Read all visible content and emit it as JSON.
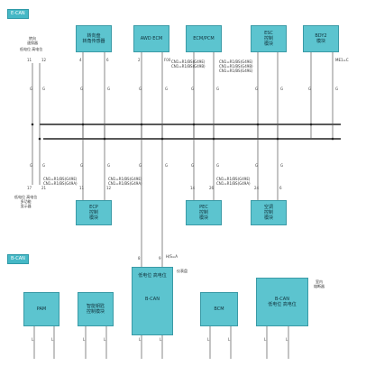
{
  "network_tags": {
    "top": "E-CAN",
    "bottom": "B-CAN"
  },
  "top_modules": [
    {
      "id": "steer",
      "label": "转向盘\n转角传感器"
    },
    {
      "id": "awd",
      "label": "AWD ECM"
    },
    {
      "id": "ecm",
      "label": "ECM/PCM"
    },
    {
      "id": "esc",
      "label": "ESC\n控制\n模块"
    },
    {
      "id": "bdy",
      "label": "BDY2\n模块"
    }
  ],
  "top_left_label": "转向\n速保器",
  "top_left_pins": "低电位 高电位",
  "left_lower_label": "低电位 高电位\n多功能\n显示器",
  "lower_modules": [
    {
      "id": "ecp",
      "label": "ECP\n控制\n模块"
    },
    {
      "id": "pec",
      "label": "PEC\n控制\n模块"
    },
    {
      "id": "ac",
      "label": "空调\n控制\n模块"
    }
  ],
  "gateway": {
    "title": "仪表盘",
    "label": "B-CAN",
    "pins": "低电位 高电位"
  },
  "bottom_modules": [
    {
      "id": "pam",
      "label": "PAM"
    },
    {
      "id": "smart",
      "label": "智能钥匙\n控制模块"
    },
    {
      "id": "bcm",
      "label": "BCM"
    },
    {
      "id": "ips",
      "label": "B-CAN\n低电位 高电位"
    }
  ],
  "ips_title": "室内\n熔断器",
  "wire_labels": {
    "esc_wires": "CN1=R1/BS(G49E)\nCN1=R1/BS(G49B)\nCN1=R1/BS(G49E)",
    "ecm_wires": "CN1=R1/BS(G49E)\nCN1=R1/BS(G49B)",
    "left_wires": "CN1=R1/BS(G49E)\nCN1=R1/BS(G49A)",
    "ecp_wires": "CN1=R1/BS(G49E)\nCN1=R1/BS(G49A)",
    "pec_wires": "CN1=R1/BS(G49E)\nCN1=R1/BS(G49A)",
    "gw_wire": "H/S=A",
    "bdy_wire": "ME1=C"
  },
  "pin_numbers": {
    "p1": "11",
    "p2": "12",
    "p3": "4",
    "p4": "6",
    "p5": "2",
    "p6": "F00",
    "p7": "21",
    "p8": "17",
    "p9": "11",
    "p10": "12",
    "p11": "14",
    "p12": "26",
    "p13": "24",
    "p14": "6",
    "p15": "5",
    "p16": "8",
    "p17": "9"
  },
  "colors": {
    "module_fill": "#5cc4cf",
    "module_border": "#3a9aa6",
    "bus_line": "#222222",
    "wire": "#555555"
  }
}
